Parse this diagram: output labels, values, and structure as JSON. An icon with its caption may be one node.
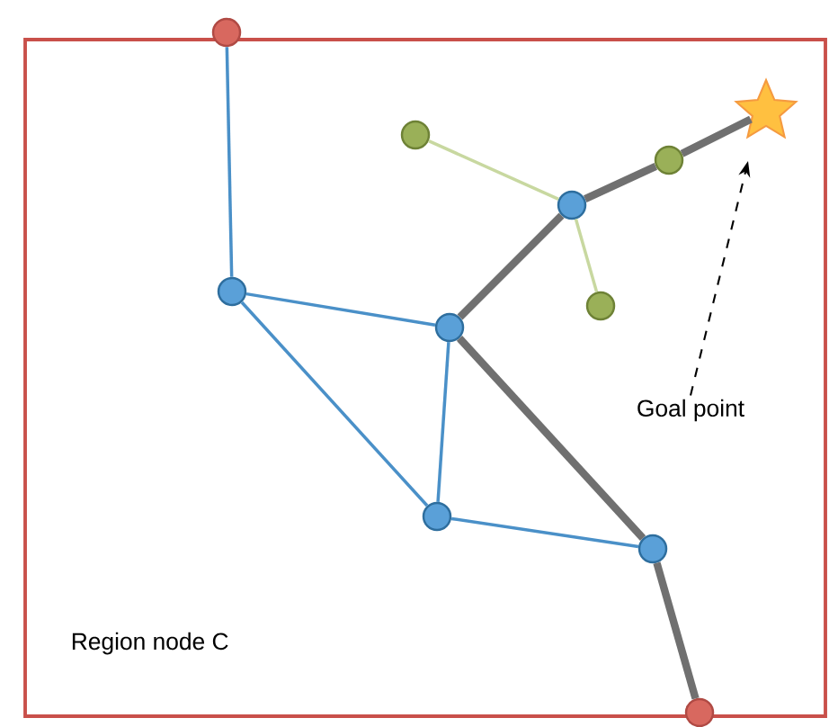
{
  "diagram": {
    "nodes": [
      {
        "text": [
          "Region node C"
        ]
      },
      {
        "text": [],
        "shape": "circle"
      },
      {
        "text": [],
        "shape": "circle",
        "in": 0
      },
      {
        "text": [],
        "shape": "circle",
        "in": 0
      },
      {
        "text": [],
        "shape": "circle",
        "in": 0
      },
      {
        "text": [],
        "shape": "circle",
        "in": 0
      },
      {
        "text": [],
        "shape": "circle"
      },
      {
        "text": [],
        "shape": "circle",
        "in": 0
      },
      {
        "text": [],
        "shape": "circle",
        "in": 0
      },
      {
        "text": [],
        "shape": "circle",
        "in": 0
      },
      {
        "text": [],
        "shape": "circle",
        "in": 0
      },
      {
        "text": [],
        "shape": "star",
        "in": 0
      },
      {
        "text": [
          "Goal point"
        ],
        "in": 0
      }
    ],
    "edges": [
      {
        "from": 1,
        "to": 2,
        "arrow": "none"
      },
      {
        "from": 2,
        "to": 3,
        "arrow": "none"
      },
      {
        "from": 2,
        "to": 4,
        "arrow": "none"
      },
      {
        "from": 3,
        "to": 4,
        "arrow": "none"
      },
      {
        "from": 4,
        "to": 5,
        "arrow": "none"
      },
      {
        "from": 3,
        "to": 5,
        "arrow": "none",
        "style": "thick",
        "color": "#707070"
      },
      {
        "from": 5,
        "to": 6,
        "arrow": "none",
        "style": "thick",
        "color": "#707070"
      },
      {
        "from": 3,
        "to": 7,
        "arrow": "none",
        "style": "thick",
        "color": "#707070"
      },
      {
        "from": 7,
        "to": 9,
        "arrow": "none",
        "style": "thick",
        "color": "#707070"
      },
      {
        "from": 9,
        "to": 11,
        "arrow": "none",
        "style": "thick",
        "color": "#707070"
      },
      {
        "from": 7,
        "to": 8,
        "arrow": "none",
        "color": "#c8d8a0"
      },
      {
        "from": 7,
        "to": 10,
        "arrow": "none",
        "color": "#c8d8a0"
      },
      {
        "from": 12,
        "to": 11,
        "arrow": "to",
        "style": "dashed",
        "color": "#000000"
      }
    ]
  }
}
